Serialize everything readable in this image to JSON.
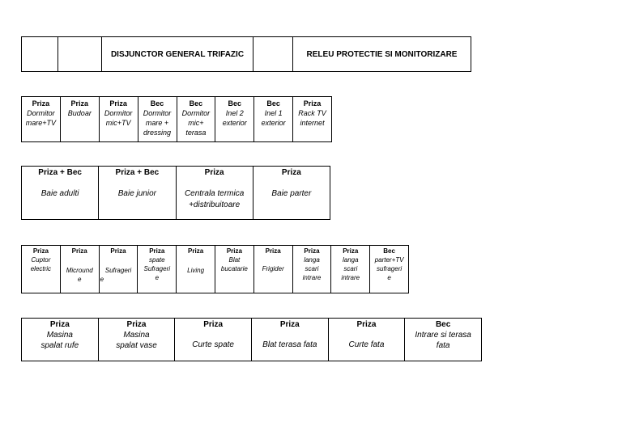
{
  "table1": {
    "cells": [
      "",
      "",
      "DISJUNCTOR GENERAL TRIFAZIC",
      "",
      "RELEU PROTECTIE SI MONITORIZARE"
    ]
  },
  "table2": {
    "cells": [
      {
        "head": "Priza",
        "lines": [
          "Dormitor",
          "mare+TV"
        ]
      },
      {
        "head": "Priza",
        "lines": [
          "Budoar"
        ]
      },
      {
        "head": "Priza",
        "lines": [
          "Dormitor",
          "mic+TV"
        ]
      },
      {
        "head": "Bec",
        "lines": [
          "Dormitor",
          "mare +",
          "dressing"
        ]
      },
      {
        "head": "Bec",
        "lines": [
          "Dormitor",
          "mic+",
          "terasa"
        ]
      },
      {
        "head": "Bec",
        "lines": [
          "Inel 2",
          "exterior"
        ]
      },
      {
        "head": "Bec",
        "lines": [
          "Inel 1",
          "exterior"
        ]
      },
      {
        "head": "Priza",
        "lines": [
          "Rack TV",
          "internet"
        ]
      }
    ]
  },
  "table3": {
    "cells": [
      {
        "head": "Priza + Bec",
        "lines": [
          "Baie adulti"
        ]
      },
      {
        "head": "Priza + Bec",
        "lines": [
          "Baie junior"
        ]
      },
      {
        "head": "Priza",
        "lines": [
          "Centrala termica",
          "+distribuitoare"
        ]
      },
      {
        "head": "Priza",
        "lines": [
          "Baie parter"
        ]
      }
    ]
  },
  "table4": {
    "cells": [
      {
        "head": "Priza",
        "lines": [
          "Cuptor",
          "electric"
        ]
      },
      {
        "head": "Priza",
        "lines": [
          "Micround",
          "e"
        ]
      },
      {
        "head": "Priza",
        "lines": [
          "Sufrageri",
          "e"
        ]
      },
      {
        "head": "Priza",
        "lines": [
          "spate",
          "Sufrageri",
          "e"
        ]
      },
      {
        "head": "Priza",
        "lines": [
          "Living"
        ]
      },
      {
        "head": "Priza",
        "lines": [
          "Blat",
          "bucatarie"
        ]
      },
      {
        "head": "Priza",
        "lines": [
          "Frigider"
        ]
      },
      {
        "head": "Priza",
        "lines": [
          "langa",
          "scari",
          "intrare"
        ]
      },
      {
        "head": "Priza",
        "lines": [
          "langa",
          "scari",
          "intrare"
        ]
      },
      {
        "head": "Bec",
        "lines": [
          "parter+TV",
          "sufrageri",
          "e"
        ]
      }
    ]
  },
  "table5": {
    "cells": [
      {
        "head": "Priza",
        "lines": [
          "Masina",
          "spalat rufe"
        ]
      },
      {
        "head": "Priza",
        "lines": [
          "Masina",
          "spalat vase"
        ]
      },
      {
        "head": "Priza",
        "lines": [
          "Curte spate"
        ]
      },
      {
        "head": "Priza",
        "lines": [
          "Blat terasa fata"
        ]
      },
      {
        "head": "Priza",
        "lines": [
          "Curte fata"
        ]
      },
      {
        "head": "Bec",
        "lines": [
          "Intrare si terasa",
          "fata"
        ]
      }
    ]
  }
}
